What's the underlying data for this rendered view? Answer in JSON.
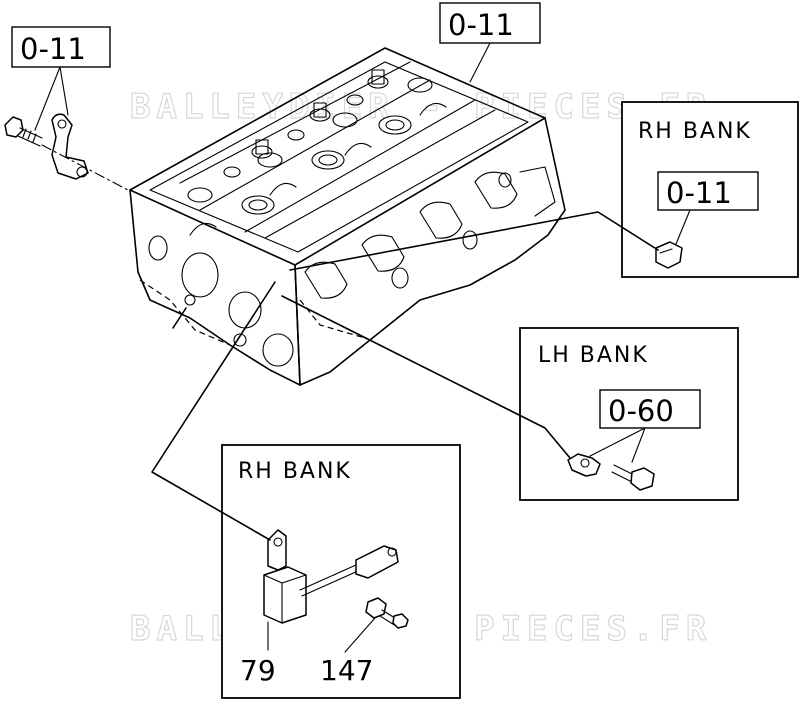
{
  "watermark": {
    "top": "BALLEYDIER - PIECES.FR",
    "bottom": "BALLEYDIER - PIECES.FR"
  },
  "references": {
    "ref_top_left": "0-11",
    "ref_top_center": "0-11",
    "ref_rh_bank_top": "0-11",
    "ref_lh_bank": "0-60"
  },
  "banks": {
    "rh_bank_top": {
      "title": "RH BANK"
    },
    "lh_bank": {
      "title": "LH BANK"
    },
    "rh_bank_bottom": {
      "title": "RH BANK"
    }
  },
  "part_numbers": {
    "sensor": "79",
    "bolt": "147"
  }
}
